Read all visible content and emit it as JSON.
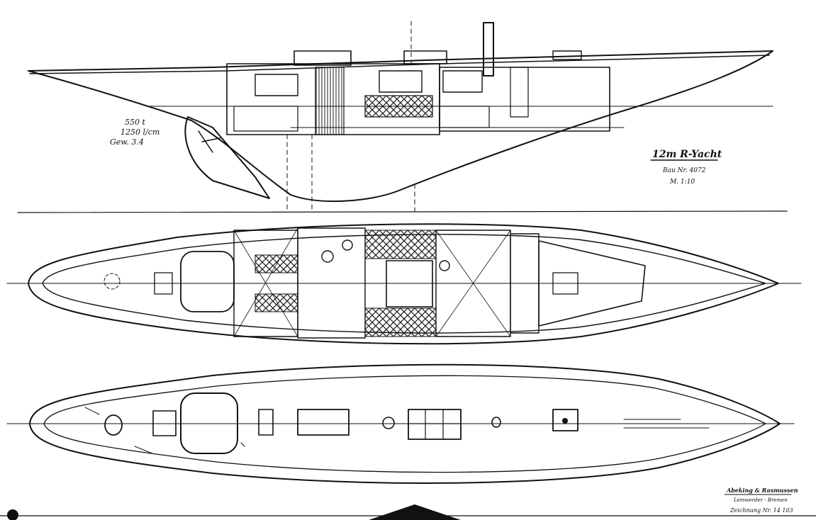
{
  "drawing": {
    "title": "12m R-Yacht",
    "title_sub1": "Bau Nr. 4072",
    "title_sub2": "M. 1:10",
    "annotations": [
      "550 t",
      "1250 l/cm",
      "Gew. 3.4"
    ],
    "maker_line1": "Abeking & Rasmussen",
    "maker_line2": "Lemwerder - Bremen",
    "sheet_label": "Zeichnung Nr. 14 103"
  },
  "views": [
    "side-profile",
    "interior-plan",
    "deck-plan"
  ],
  "ink_color": "#111111",
  "hatch_color": "#222222"
}
